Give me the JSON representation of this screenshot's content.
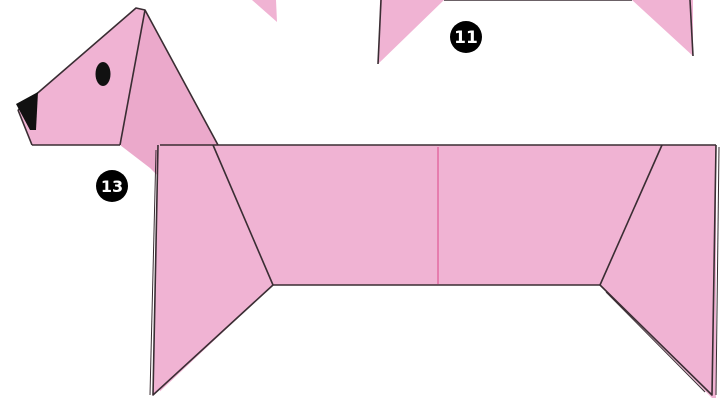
{
  "diagram": {
    "type": "origami-step-illustration",
    "subject": "dog",
    "colors": {
      "paper": "#F0B3D3",
      "paper_shade": "#EBA9CB",
      "outline": "#3A2D33",
      "center_crease": "#E0609B",
      "badge": "#000000",
      "eye": "#111111"
    }
  },
  "steps": [
    {
      "id": "step-11",
      "number": "11"
    },
    {
      "id": "step-13",
      "number": "13"
    }
  ]
}
